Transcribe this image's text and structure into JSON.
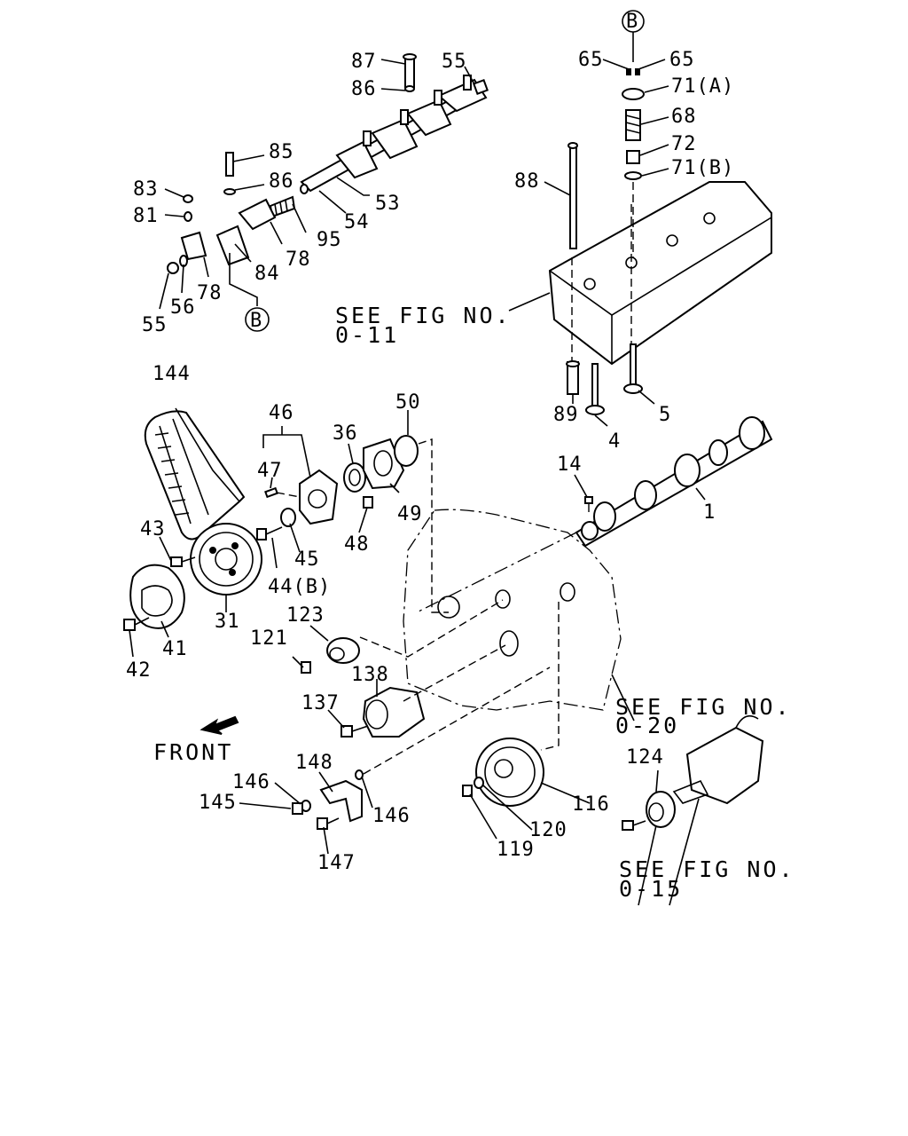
{
  "labels": {
    "p87": "87",
    "p55a": "55",
    "p86a": "86",
    "p85": "85",
    "p86b": "86",
    "p83": "83",
    "p81": "81",
    "p53": "53",
    "p54": "54",
    "p95": "95",
    "p78a": "78",
    "p84": "84",
    "p78b": "78",
    "p56": "56",
    "p55b": "55",
    "circleB1": "B",
    "circleB2": "B",
    "p65a": "65",
    "p65b": "65",
    "p71a": "71(A)",
    "p68": "68",
    "p72": "72",
    "p71b": "71(B)",
    "p88": "88",
    "p89": "89",
    "p4": "4",
    "p5": "5",
    "p144": "144",
    "p46": "46",
    "p50": "50",
    "p36": "36",
    "p47": "47",
    "p14": "14",
    "p1": "1",
    "p43": "43",
    "p49": "49",
    "p48": "48",
    "p45": "45",
    "p44b": "44(B)",
    "p31": "31",
    "p41": "41",
    "p42": "42",
    "p123": "123",
    "p121": "121",
    "p138": "138",
    "p137": "137",
    "p148": "148",
    "p146a": "146",
    "p145": "145",
    "p146b": "146",
    "p147": "147",
    "p116": "116",
    "p120": "120",
    "p119": "119",
    "p124": "124"
  },
  "refs": {
    "fig011_l1": "SEE FIG NO.",
    "fig011_l2": "0-11",
    "fig020_l1": "SEE FIG NO.",
    "fig020_l2": "0-20",
    "fig015_l1": "SEE FIG NO.",
    "fig015_l2": "0-15"
  },
  "front_label": "FRONT"
}
